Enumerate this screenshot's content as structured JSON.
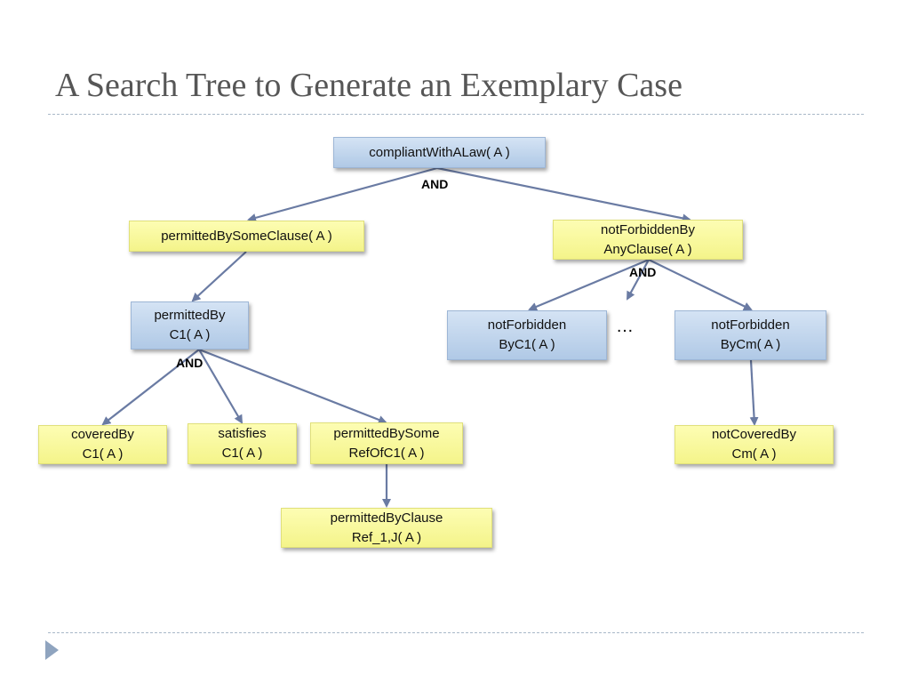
{
  "slide": {
    "title": "A Search Tree to Generate an Exemplary Case"
  },
  "nodes": {
    "root": [
      "compliantWithALaw( A )"
    ],
    "permitted_by_some_clause": [
      "permittedBySomeClause( A )"
    ],
    "not_forbidden_by_any_clause": [
      "notForbiddenBy",
      "AnyClause( A )"
    ],
    "permitted_by_c1": [
      "permittedBy",
      "C1( A )"
    ],
    "not_forbidden_by_c1": [
      "notForbidden",
      "ByC1( A )"
    ],
    "not_forbidden_by_cm": [
      "notForbidden",
      "ByCm( A )"
    ],
    "covered_by_c1": [
      "coveredBy",
      "C1( A )"
    ],
    "satisfies_c1": [
      "satisfies",
      "C1( A )"
    ],
    "permitted_by_some_ref": [
      "permittedBySome",
      "RefOfC1( A )"
    ],
    "not_covered_by_cm": [
      "notCoveredBy",
      "Cm( A )"
    ],
    "permitted_by_clause_ref": [
      "permittedByClause",
      "Ref_1,J( A )"
    ]
  },
  "labels": {
    "and_root": "AND",
    "and_not_forbidden": "AND",
    "and_permitted_c1": "AND",
    "ellipsis": "…"
  },
  "colors": {
    "and_node_fill": "#c5d9f1",
    "leaf_node_fill": "#fafaa0",
    "edge": "#6a7ba3",
    "title_text": "#565656",
    "nav_arrow": "#8fa4bf"
  }
}
